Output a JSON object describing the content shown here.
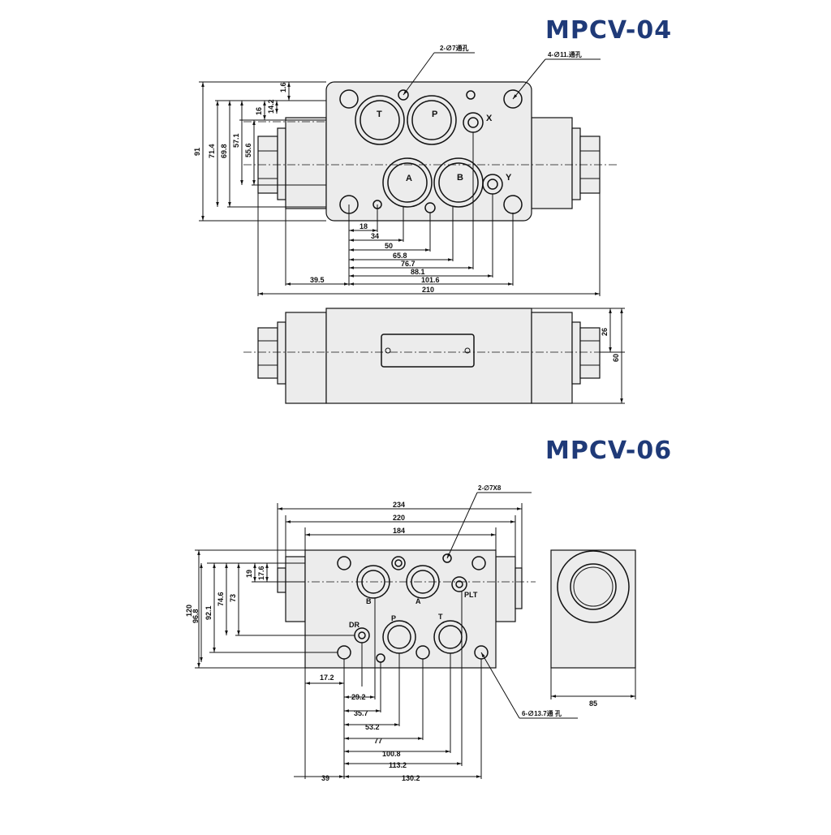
{
  "titles": {
    "top": "MPCV-04",
    "bottom": "MPCV-06"
  },
  "mpcv04": {
    "ports": {
      "t": "T",
      "p": "P",
      "x": "X",
      "a": "A",
      "b": "B",
      "y": "Y"
    },
    "notes": {
      "thru_small": "2-∅7通孔",
      "thru_large": "4-∅11.通孔"
    },
    "vertical_dims": {
      "d91": "91",
      "d71_4": "71.4",
      "d69_8": "69.8",
      "d57_1": "57.1",
      "d55_6": "55.6",
      "d16": "16",
      "d14_2": "14.2",
      "d1_6": "1.6"
    },
    "horizontal_dims": {
      "d18": "18",
      "d34": "34",
      "d50": "50",
      "d65_8": "65.8",
      "d76_7": "76.7",
      "d88_1": "88.1",
      "d101_6": "101.6",
      "d39_5": "39.5",
      "d210": "210"
    },
    "side_dims": {
      "d26": "26",
      "d60": "60"
    }
  },
  "mpcv06": {
    "ports": {
      "b": "B",
      "a": "A",
      "plt": "PLT",
      "dr": "DR",
      "p": "P",
      "t": "T"
    },
    "notes": {
      "blind": "2-∅7X8",
      "thru": "6-∅13.7通 孔"
    },
    "top_dims": {
      "d234": "234",
      "d220": "220",
      "d184": "184"
    },
    "vertical_dims": {
      "d120": "120",
      "d96_8": "96.8",
      "d92_1": "92.1",
      "d74_6": "74.6",
      "d73": "73",
      "d19": "19",
      "d17_6": "17.6"
    },
    "horizontal_dims": {
      "d17_2": "17.2",
      "d29_2": "29.2",
      "d35_7": "35.7",
      "d53_2": "53.2",
      "d77": "77",
      "d100_8": "100.8",
      "d113_2": "113.2",
      "d39": "39",
      "d130_2": "130.2"
    },
    "side_dims": {
      "d85": "85"
    }
  }
}
